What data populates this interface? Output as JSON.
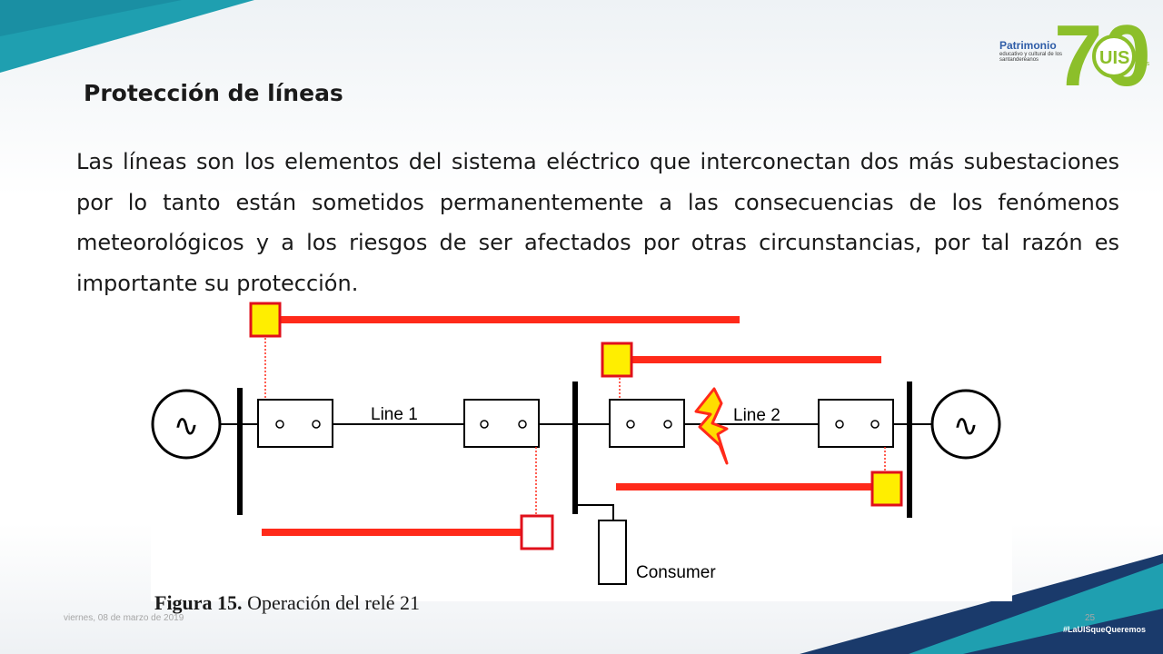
{
  "slide": {
    "title": "Protección de líneas",
    "body": "Las líneas son los elementos del sistema eléctrico que interconectan dos más subestaciones por lo tanto están sometidos permanentemente a las consecuencias de los fenómenos meteorológicos y a los riesgos de ser afectados por otras circunstancias, por tal razón es importante su protección."
  },
  "logo": {
    "name": "Patrimonio",
    "subtitle": "educativo y cultural de los santandereanos",
    "number": "70",
    "mark": "UIS",
    "suffix": "años"
  },
  "diagram": {
    "line1_label": "Line 1",
    "line2_label": "Line 2",
    "consumer_label": "Consumer",
    "generator_symbol": "∿",
    "colors": {
      "relay_fill": "#ffee00",
      "signal": "#ff2a1a",
      "relay_border": "#e0101b",
      "fault": "#ffdd00"
    }
  },
  "caption": {
    "label": "Figura 15.",
    "text": " Operación del relé 21"
  },
  "footer": {
    "date": "viernes, 08 de marzo de 2019",
    "page": "25",
    "hashtag": "#LaUISqueQueremos"
  }
}
